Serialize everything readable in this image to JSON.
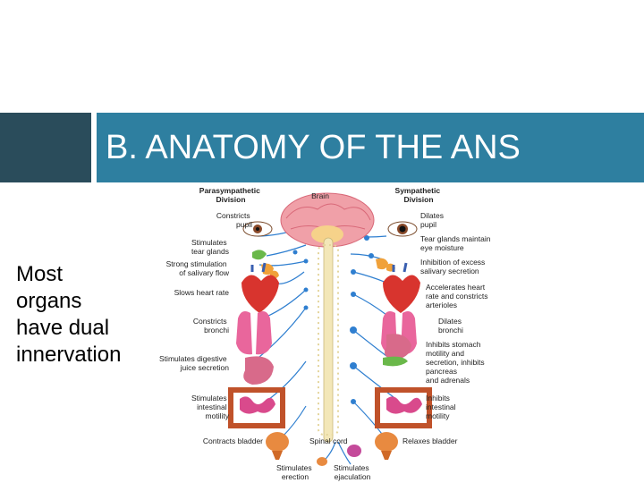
{
  "slide": {
    "title": "B. ANATOMY OF THE ANS",
    "body_lines": [
      "Most",
      "organs",
      "have dual",
      "innervation"
    ]
  },
  "diagram": {
    "headers": {
      "parasympathetic": [
        "Parasympathetic",
        "Division"
      ],
      "brain": "Brain",
      "sympathetic": [
        "Sympathetic",
        "Division"
      ]
    },
    "left_labels": [
      [
        "Constricts",
        "pupil"
      ],
      [
        "Stimulates",
        "tear glands"
      ],
      [
        "Strong stimulation",
        "of salivary flow"
      ],
      [
        "Slows heart rate"
      ],
      [
        "Constricts",
        "bronchi"
      ],
      [
        "Stimulates digestive",
        "juice secretion"
      ],
      [
        "Stimulates",
        "intestinal",
        "motility"
      ],
      [
        "Contracts bladder"
      ]
    ],
    "right_labels": [
      [
        "Dilates",
        "pupil"
      ],
      [
        "Tear glands maintain",
        "eye moisture"
      ],
      [
        "Inhibition of excess",
        "salivary secretion"
      ],
      [
        "Accelerates heart",
        "rate and constricts",
        "arterioles"
      ],
      [
        "Dilates",
        "bronchi"
      ],
      [
        "Inhibits stomach",
        "motility and",
        "secretion, inhibits",
        "pancreas",
        "and adrenals"
      ],
      [
        "Inhibits",
        "intestinal",
        "motility"
      ],
      [
        "Relaxes bladder"
      ]
    ],
    "bottom_labels": {
      "spinal_cord": "Spinal cord",
      "erection": [
        "Stimulates",
        "erection"
      ],
      "ejaculation": [
        "Stimulates",
        "ejaculation"
      ]
    },
    "colors": {
      "nerve": "#2f7fd0",
      "spine": "#f3e7b8",
      "brain": "#f0a0a8",
      "heart": "#d8342e",
      "lung": "#e9669c",
      "stomach": "#d86a8a",
      "intestine_large": "#c0522a",
      "intestine_small": "#d94a8c",
      "bladder": "#e88a40",
      "gland": "#f0a13a",
      "green_gland": "#6ab84a"
    }
  }
}
